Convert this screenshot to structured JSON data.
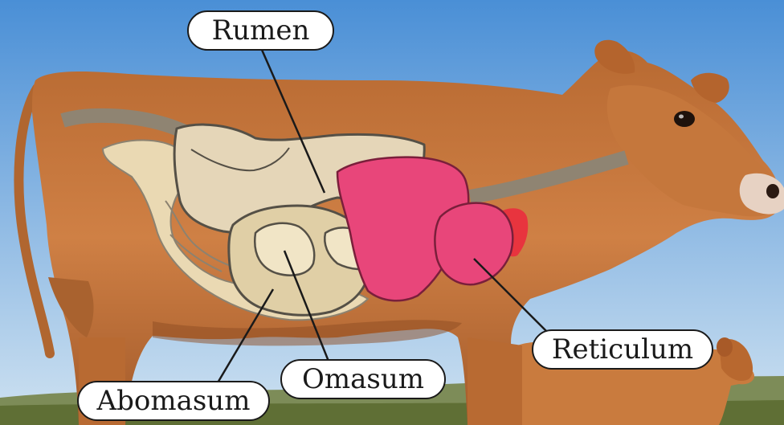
{
  "labels": {
    "rumen": "Rumen",
    "reticulum": "Reticulum",
    "omasum": "Omasum",
    "abomasum": "Abomasum"
  },
  "colors": {
    "sky_top": "#4a8fd6",
    "sky_bottom": "#c9dff0",
    "cow_coat": "#c8783a",
    "cow_coat_dark": "#8a4a22",
    "rumen_fill": "#e5d6b8",
    "intestine_fill": "#ead9b3",
    "organ_outline": "#555046",
    "pink_organ": "#e8467a",
    "red_organ": "#e8343e",
    "esophagus": "#8f8472",
    "ground": "#6a7b3d"
  }
}
